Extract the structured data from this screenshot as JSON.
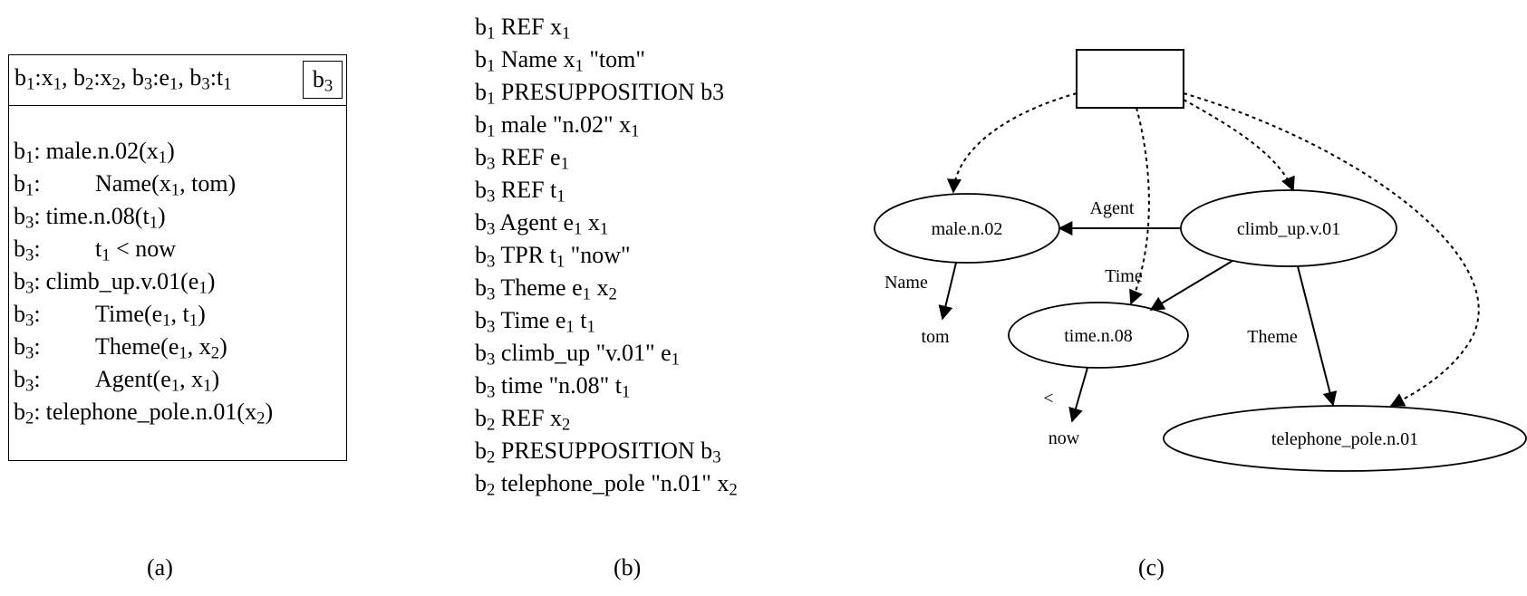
{
  "panel_a": {
    "header_refs": [
      {
        "label": "b",
        "label_sub": "1",
        "ref": "x",
        "ref_sub": "1"
      },
      {
        "label": "b",
        "label_sub": "2",
        "ref": "x",
        "ref_sub": "2"
      },
      {
        "label": "b",
        "label_sub": "3",
        "ref": "e",
        "ref_sub": "1"
      },
      {
        "label": "b",
        "label_sub": "3",
        "ref": "t",
        "ref_sub": "1"
      }
    ],
    "box_label": {
      "base": "b",
      "sub": "3"
    },
    "conditions": [
      {
        "label": "b",
        "label_sub": "1",
        "indent": false,
        "parts": [
          "male.n.02(x",
          "1",
          ")"
        ]
      },
      {
        "label": "b",
        "label_sub": "1",
        "indent": true,
        "parts": [
          "Name(x",
          "1",
          ", tom)"
        ]
      },
      {
        "label": "b",
        "label_sub": "3",
        "indent": false,
        "parts": [
          "time.n.08(t",
          "1",
          ")"
        ]
      },
      {
        "label": "b",
        "label_sub": "3",
        "indent": true,
        "parts": [
          "t",
          "1",
          " < now"
        ]
      },
      {
        "label": "b",
        "label_sub": "3",
        "indent": false,
        "parts": [
          "climb_up.v.01(e",
          "1",
          ")"
        ]
      },
      {
        "label": "b",
        "label_sub": "3",
        "indent": true,
        "parts": [
          "Time(e",
          "1",
          ", t",
          "1",
          ")"
        ]
      },
      {
        "label": "b",
        "label_sub": "3",
        "indent": true,
        "parts": [
          "Theme(e",
          "1",
          ", x",
          "2",
          ")"
        ]
      },
      {
        "label": "b",
        "label_sub": "3",
        "indent": true,
        "parts": [
          "Agent(e",
          "1",
          ", x",
          "1",
          ")"
        ]
      },
      {
        "label": "b",
        "label_sub": "2",
        "indent": false,
        "parts": [
          "telephone_pole.n.01(x",
          "2",
          ")"
        ]
      }
    ],
    "caption": "(a)"
  },
  "panel_b": {
    "clauses": [
      [
        "b",
        "1",
        " REF x",
        "1"
      ],
      [
        "b",
        "1",
        " Name x",
        "1",
        " \"tom\""
      ],
      [
        "b",
        "1",
        " PRESUPPOSITION b3"
      ],
      [
        "b",
        "1",
        " male \"n.02\" x",
        "1"
      ],
      [
        "b",
        "3",
        " REF e",
        "1"
      ],
      [
        "b",
        "3",
        " REF t",
        "1"
      ],
      [
        "b",
        "3",
        " Agent e",
        "1",
        " x",
        "1"
      ],
      [
        "b",
        "3",
        " TPR t",
        "1",
        " \"now\""
      ],
      [
        "b",
        "3",
        " Theme e",
        "1",
        " x",
        "2"
      ],
      [
        "b",
        "3",
        " Time e",
        "1",
        " t",
        "1"
      ],
      [
        "b",
        "3",
        " climb_up \"v.01\" e",
        "1"
      ],
      [
        "b",
        "3",
        " time \"n.08\" t",
        "1"
      ],
      [
        "b",
        "2",
        " REF x",
        "2"
      ],
      [
        "b",
        "2",
        " PRESUPPOSITION b",
        "3"
      ],
      [
        "b",
        "2",
        " telephone_pole \"n.01\" x",
        "2"
      ]
    ],
    "caption": "(b)"
  },
  "panel_c": {
    "nodes": {
      "male": "male.n.02",
      "climb": "climb_up.v.01",
      "time": "time.n.08",
      "pole": "telephone_pole.n.01",
      "tom": "tom",
      "now": "now"
    },
    "edges": {
      "agent": "Agent",
      "name": "Name",
      "time": "Time",
      "theme": "Theme",
      "less": "<"
    },
    "caption": "(c)"
  }
}
